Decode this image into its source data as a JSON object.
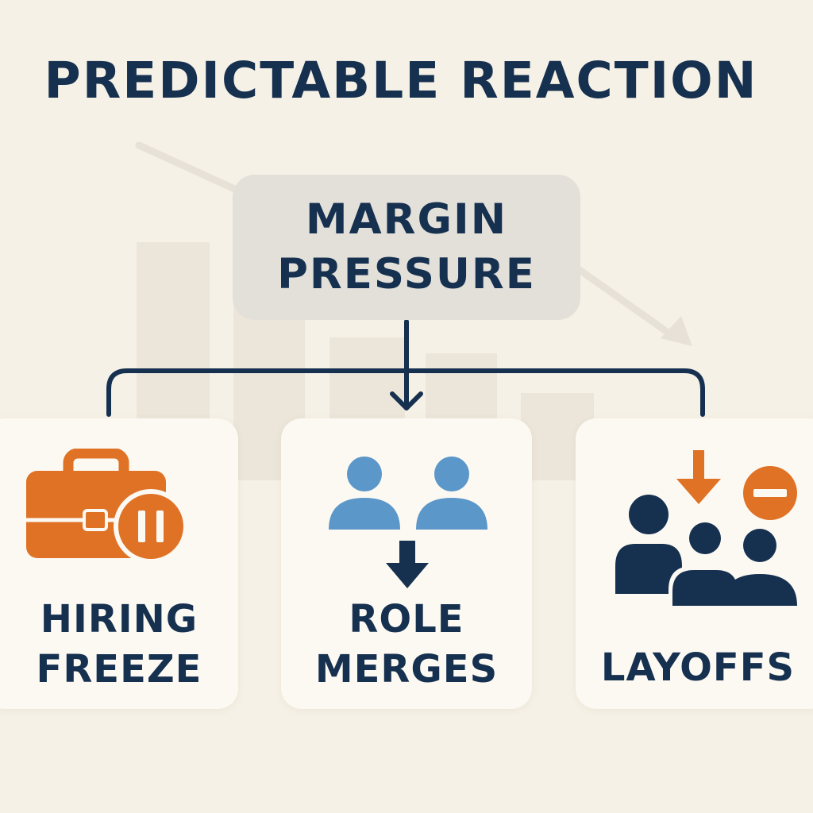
{
  "title": "PREDICTABLE REACTION",
  "root": {
    "lines": [
      "MARGIN",
      "PRESSURE"
    ]
  },
  "branches": [
    {
      "lines": [
        "HIRING",
        "FREEZE"
      ],
      "icon": "briefcase-pause-icon"
    },
    {
      "lines": [
        "ROLE",
        "MERGES"
      ],
      "icon": "people-merge-icon"
    },
    {
      "lines": [
        "LAYOFFS"
      ],
      "icon": "people-reduce-icon"
    }
  ],
  "colors": {
    "background": "#f6f1e6",
    "navy": "#16304f",
    "orange": "#e07226",
    "blue": "#5b97c8",
    "root_box": "#e3e0da",
    "card": "#fcf9f3"
  }
}
